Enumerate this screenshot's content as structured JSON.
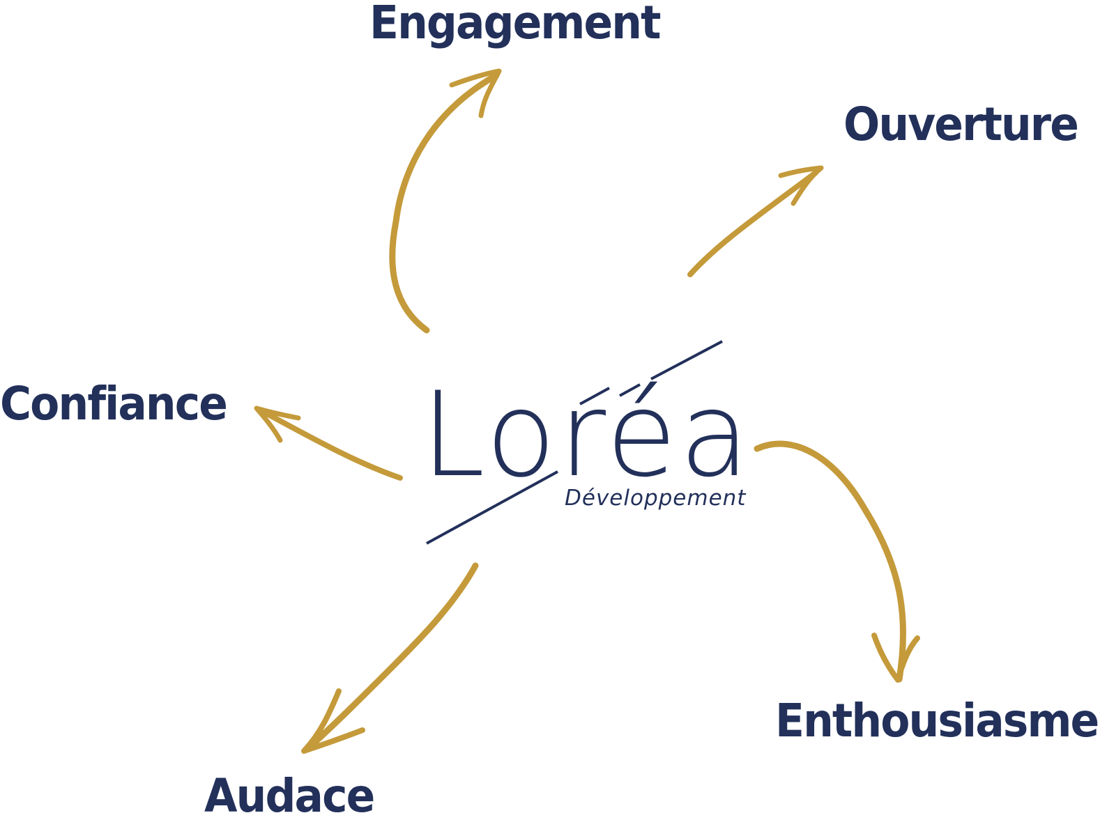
{
  "colors": {
    "text": "#22305a",
    "arrow": "#c49a3a",
    "logo_line": "#22305a"
  },
  "logo": {
    "name": "Loréa",
    "tagline": "Développement"
  },
  "values": [
    {
      "id": "engagement",
      "label": "Engagement"
    },
    {
      "id": "ouverture",
      "label": "Ouverture"
    },
    {
      "id": "confiance",
      "label": "Confiance"
    },
    {
      "id": "enthousiasme",
      "label": "Enthousiasme"
    },
    {
      "id": "audace",
      "label": "Audace"
    }
  ]
}
